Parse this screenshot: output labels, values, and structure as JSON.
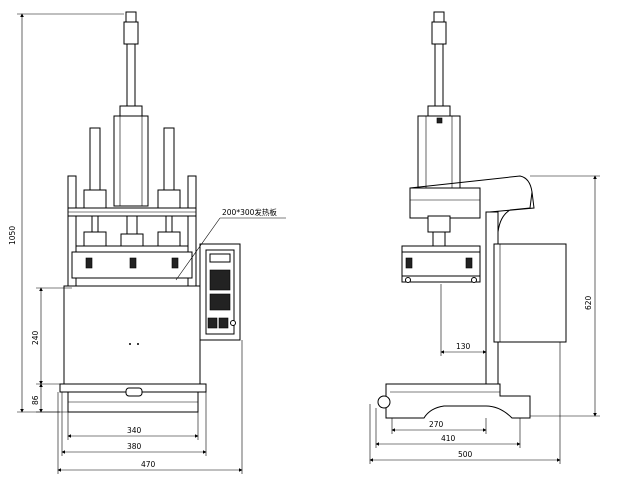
{
  "front_view": {
    "height_overall": "1050",
    "height_table": "240",
    "height_base": "86",
    "width_plate": "340",
    "width_base": "380",
    "width_overall": "470",
    "heater_label": "200*300发热板"
  },
  "side_view": {
    "height_column": "620",
    "offset_130": "130",
    "depth_270": "270",
    "depth_410": "410",
    "depth_overall": "500"
  }
}
